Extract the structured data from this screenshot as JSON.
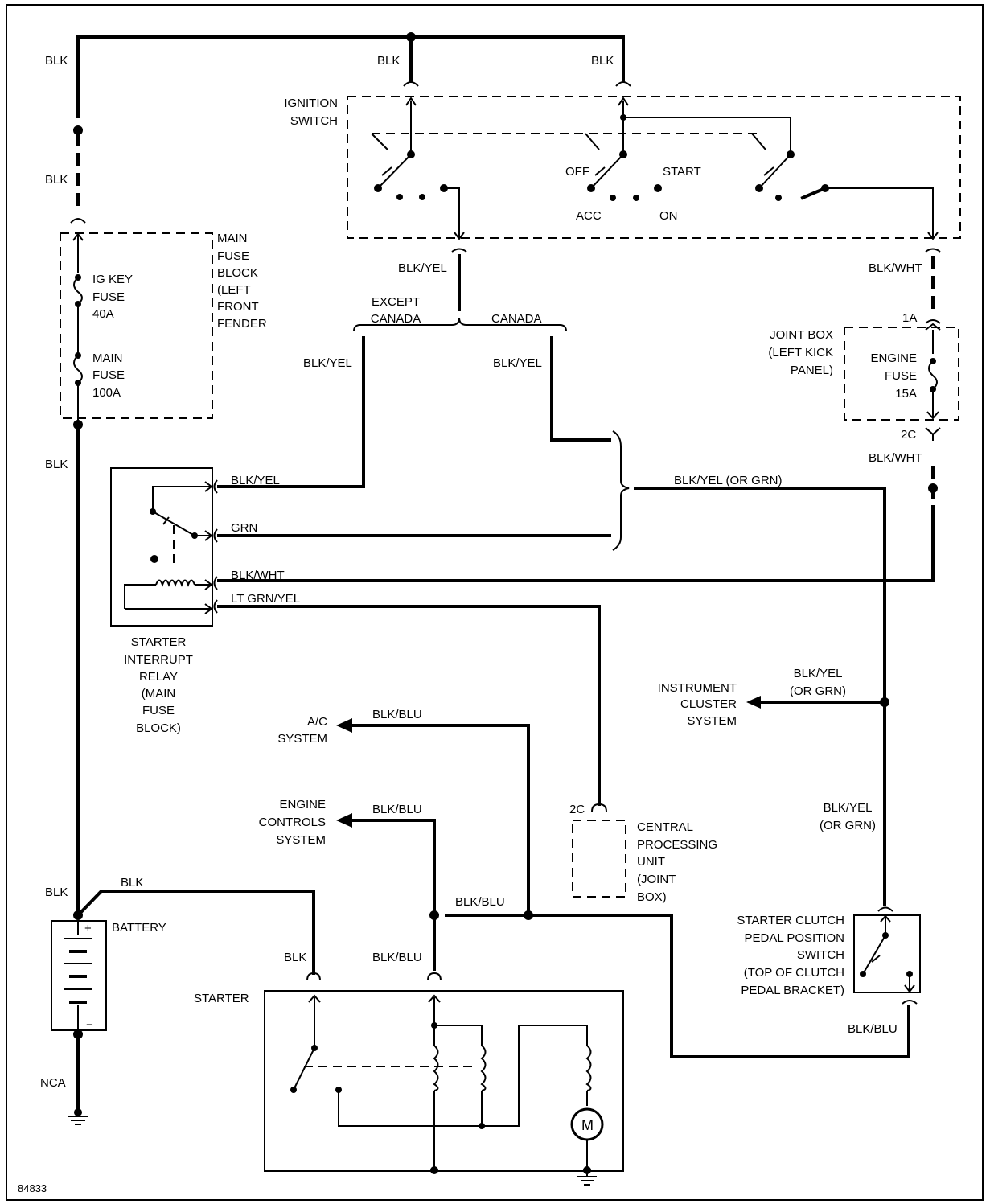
{
  "labels": {
    "blk_top_left": "BLK",
    "blk_ign_1": "BLK",
    "blk_ign_2": "BLK",
    "blk_upper_dash": "BLK",
    "blk_mid": "BLK",
    "blk_batt": "BLK",
    "blk_batt_wire": "BLK",
    "blk_starter": "BLK",
    "nca": "NCA",
    "ignition_switch": [
      "IGNITION",
      "SWITCH"
    ],
    "off": "OFF",
    "acc": "ACC",
    "on": "ON",
    "start": "START",
    "main_fuse_block": [
      "MAIN",
      "FUSE",
      "BLOCK",
      "(LEFT",
      "FRONT",
      "FENDER"
    ],
    "ig_key_fuse": [
      "IG KEY",
      "FUSE",
      "40A"
    ],
    "main_fuse": [
      "MAIN",
      "FUSE",
      "100A"
    ],
    "blk_yel_top": "BLK/YEL",
    "except_canada": [
      "EXCEPT",
      "CANADA"
    ],
    "canada": "CANADA",
    "blk_yel_left": "BLK/YEL",
    "blk_yel_right": "BLK/YEL",
    "blk_wht_top": "BLK/WHT",
    "conn_1a": "1A",
    "joint_box": [
      "JOINT BOX",
      "(LEFT KICK",
      "PANEL)"
    ],
    "engine_fuse": [
      "ENGINE",
      "FUSE",
      "15A"
    ],
    "conn_2c_top": "2C",
    "blk_wht_mid": "BLK/WHT",
    "relay_blk_yel": "BLK/YEL",
    "relay_grn": "GRN",
    "relay_blk_wht": "BLK/WHT",
    "relay_lt_grn_yel": "LT GRN/YEL",
    "blk_yel_or_grn": "BLK/YEL (OR GRN)",
    "starter_interrupt_relay": [
      "STARTER",
      "INTERRUPT",
      "RELAY",
      "(MAIN",
      "FUSE",
      "BLOCK)"
    ],
    "instrument_cluster": [
      "INSTRUMENT",
      "CLUSTER",
      "SYSTEM"
    ],
    "ic_wire": [
      "BLK/YEL",
      "(OR GRN)"
    ],
    "ac_system": [
      "A/C",
      "SYSTEM"
    ],
    "blk_blu_ac": "BLK/BLU",
    "engine_controls": [
      "ENGINE",
      "CONTROLS",
      "SYSTEM"
    ],
    "blk_blu_ec": "BLK/BLU",
    "blk_blu_junction": "BLK/BLU",
    "blk_blu_starter": "BLK/BLU",
    "blk_blu_clutch": "BLK/BLU",
    "conn_2c_cpu": "2C",
    "cpu": [
      "CENTRAL",
      "PROCESSING",
      "UNIT",
      "(JOINT",
      "BOX)"
    ],
    "clutch_wire": [
      "BLK/YEL",
      "(OR GRN)"
    ],
    "clutch_switch": [
      "STARTER CLUTCH",
      "PEDAL POSITION",
      "SWITCH",
      "(TOP OF CLUTCH",
      "PEDAL BRACKET)"
    ],
    "battery": "BATTERY",
    "battery_plus": "+",
    "battery_minus": "−",
    "starter": "STARTER",
    "motor": "M",
    "figure_number": "84833"
  }
}
